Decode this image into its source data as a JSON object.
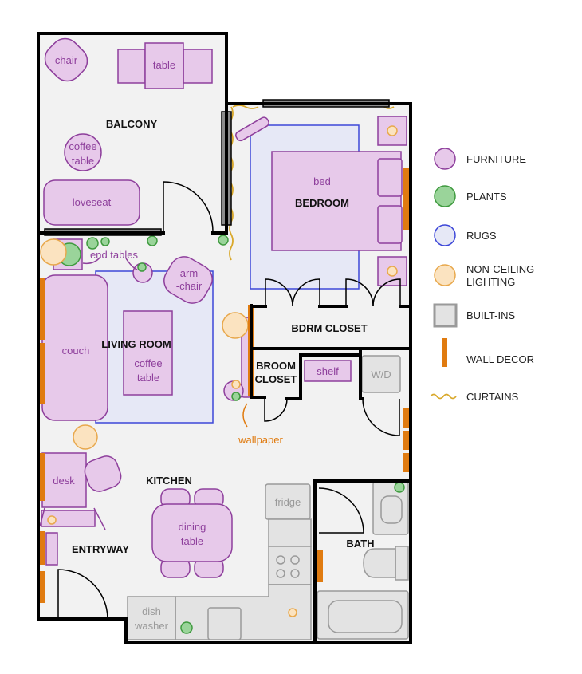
{
  "rooms": {
    "balcony": "BALCONY",
    "bedroom": "BEDROOM",
    "living_room": "LIVING ROOM",
    "bdrm_closet": "BDRM CLOSET",
    "broom_closet_1": "BROOM",
    "broom_closet_2": "CLOSET",
    "kitchen": "KITCHEN",
    "entryway": "ENTRYWAY",
    "bath": "BATH"
  },
  "furniture": {
    "chair": "chair",
    "table": "table",
    "coffee_table_balcony_1": "coffee",
    "coffee_table_balcony_2": "table",
    "loveseat": "loveseat",
    "bed": "bed",
    "armchair_1": "arm",
    "armchair_2": "-chair",
    "couch": "couch",
    "coffee_table_1": "coffee",
    "coffee_table_2": "table",
    "desk": "desk",
    "dining_table_1": "dining",
    "dining_table_2": "table"
  },
  "builtins": {
    "shelf": "shelf",
    "washer_dryer": "W/D",
    "fridge": "fridge",
    "dishwasher_1": "dish",
    "dishwasher_2": "washer"
  },
  "annotations": {
    "end_tables": "end tables",
    "wallpaper": "wallpaper"
  },
  "legend": {
    "furniture": "FURNITURE",
    "plants": "PLANTS",
    "rugs": "RUGS",
    "lighting_1": "NON-CEILING",
    "lighting_2": "LIGHTING",
    "builtins": "BUILT-INS",
    "wall_decor": "WALL DECOR",
    "curtains": "CURTAINS"
  },
  "colors": {
    "furniture_fill": "#e7c9ea",
    "furniture_stroke": "#8e3f9c",
    "plant_fill": "#9ad49a",
    "plant_stroke": "#3f9a3f",
    "rug_fill": "#e6e8f6",
    "rug_stroke": "#3d47d8",
    "light_fill": "#fbe3c0",
    "light_stroke": "#e8a84c",
    "builtin_fill": "#e3e3e3",
    "builtin_stroke": "#9a9a9a",
    "wall_decor": "#e07b10",
    "curtain": "#d9a82a",
    "wall": "#000000"
  }
}
